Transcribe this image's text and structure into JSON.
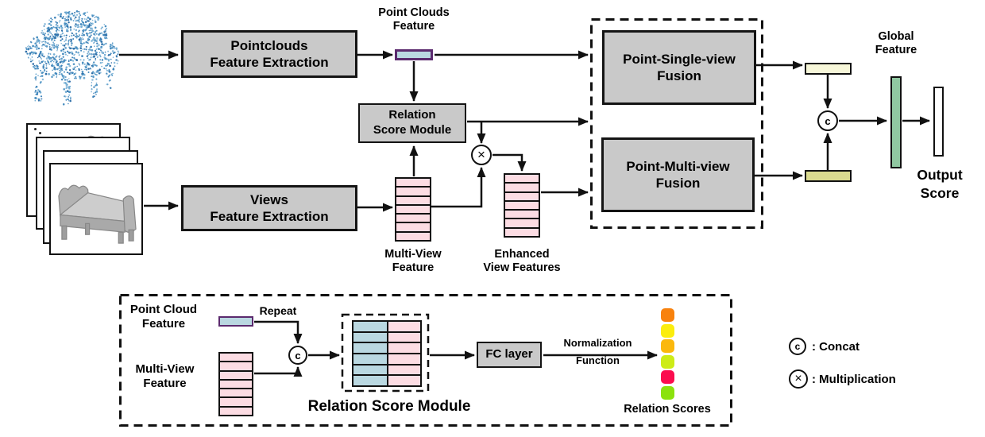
{
  "top": {
    "pointclouds_box": {
      "line1": "Pointclouds",
      "line2": "Feature Extraction"
    },
    "views_box": {
      "line1": "Views",
      "line2": "Feature Extraction"
    },
    "relation_box": {
      "line1": "Relation",
      "line2": "Score Module"
    },
    "psv_box": {
      "line1": "Point-Single-view",
      "line2": "Fusion"
    },
    "pmv_box": {
      "line1": "Point-Multi-view",
      "line2": "Fusion"
    },
    "pc_feature_label": {
      "line1": "Point Clouds",
      "line2": "Feature"
    },
    "mv_feature_label": {
      "line1": "Multi-View",
      "line2": "Feature"
    },
    "enhanced_label": {
      "line1": "Enhanced",
      "line2": "View Features"
    },
    "global_label": {
      "line1": "Global",
      "line2": "Feature"
    },
    "output_label": {
      "line1": "Output",
      "line2": "Score"
    },
    "concat_symbol": "c",
    "multiply_symbol": "×"
  },
  "bottom": {
    "pc_feature_label": {
      "line1": "Point Cloud",
      "line2": "Feature"
    },
    "repeat_label": "Repeat",
    "mv_feature_label": {
      "line1": "Multi-View",
      "line2": "Feature"
    },
    "module_label": "Relation Score Module",
    "fc_box_label": "FC layer",
    "norm_label": {
      "line1": "Normalization",
      "line2": "Function"
    },
    "scores_label": "Relation Scores",
    "concat_symbol": "c",
    "score_colors": [
      "#f8820e",
      "#fbed0d",
      "#fbb80d",
      "#cdec17",
      "#fb0d4e",
      "#8be20d"
    ]
  },
  "legend": {
    "concat_symbol": "c",
    "concat_label": ": Concat",
    "multiply_symbol": "×",
    "multiply_label": ": Multiplication"
  },
  "stacks": {
    "multi_view_rows": 7,
    "enhanced_rows": 7,
    "bottom_mv_rows": 7,
    "concat_rows": 6
  },
  "colors": {
    "stack_pink": "#fcdce3",
    "stack_blue": "#bad8e1",
    "feature_bar_fill": "#bad8e1",
    "feature_bar_border": "#5b2a6e",
    "single_bar": "#f7f7d9",
    "multi_bar": "#dada8f",
    "global_bar": "#90c8a1",
    "output_bar": "#ffffff",
    "box_gray": "#c9c9c9",
    "pointcloud_blue": "#4a8fc0"
  }
}
